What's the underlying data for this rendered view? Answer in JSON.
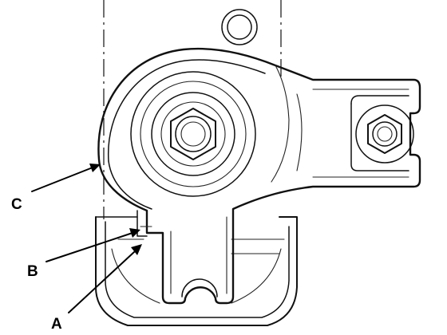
{
  "callouts": {
    "a": "A",
    "b": "B",
    "c": "C"
  },
  "colors": {
    "line": "#111111",
    "background": "#ffffff"
  }
}
